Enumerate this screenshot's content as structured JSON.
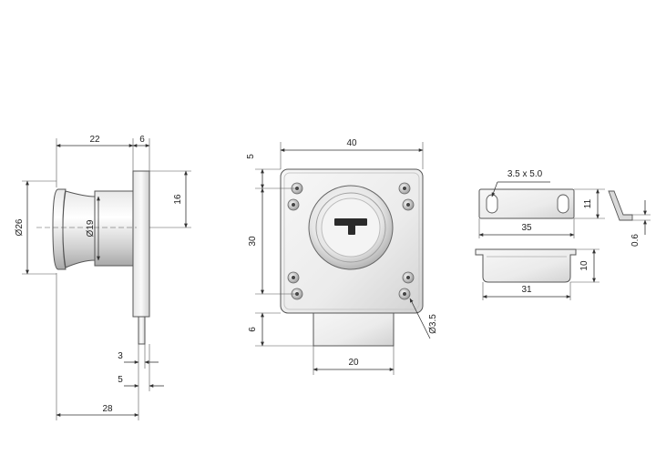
{
  "side_view": {
    "dims": {
      "top_left": "22",
      "top_right": "6",
      "height_right": "16",
      "outer_diameter": "Ø26",
      "inner_diameter": "Ø19",
      "pin_3": "3",
      "pin_5": "5",
      "overall": "28"
    }
  },
  "front_view": {
    "dims": {
      "width": "40",
      "top_offset": "5",
      "height": "30",
      "bottom_offset": "6",
      "bolt_width": "20",
      "hole": "Ø3.5"
    }
  },
  "strike_plate": {
    "dims": {
      "slot": "3.5 x 5.0",
      "length": "35",
      "height": "11",
      "thickness": "0.6"
    }
  },
  "bracket": {
    "dims": {
      "height": "10",
      "length": "31"
    }
  },
  "colors": {
    "metal_light": "#f2f2f2",
    "metal_mid": "#d0d0d0",
    "metal_dark": "#9a9a9a",
    "line": "#333333"
  }
}
